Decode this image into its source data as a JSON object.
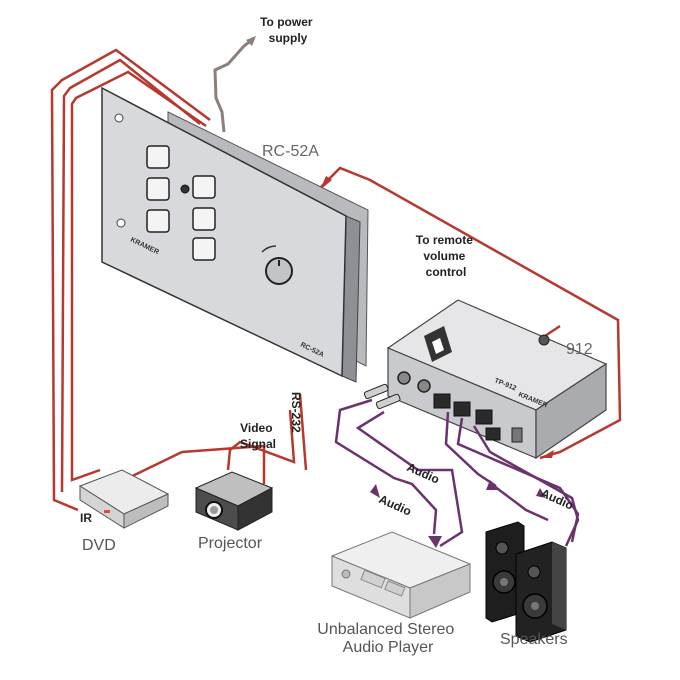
{
  "labels": {
    "power": [
      "To power",
      "supply"
    ],
    "rc52a": "RC-52A",
    "remote": [
      "To remote",
      "volume",
      "control"
    ],
    "unit912": "912",
    "rs232": "RS-232",
    "video": [
      "Video",
      "Signal"
    ],
    "ir": "IR",
    "dvd": "DVD",
    "projector": "Projector",
    "audio_a": "Audio",
    "audio_b": "Audio",
    "audio_c": "Audio",
    "speakers": "Speakers",
    "player": [
      "Unbalanced Stereo",
      "Audio Player"
    ]
  },
  "device_markings": {
    "panel_brand": "KRAMER",
    "panel_model": "RC-52A",
    "box_brand": "KRAMER",
    "box_model": "TP-912"
  },
  "colors": {
    "control_cable": "#b6382e",
    "audio_cable": "#6b3270",
    "power_cable": "#8c7f7a",
    "panel": "#d8d9dc"
  }
}
